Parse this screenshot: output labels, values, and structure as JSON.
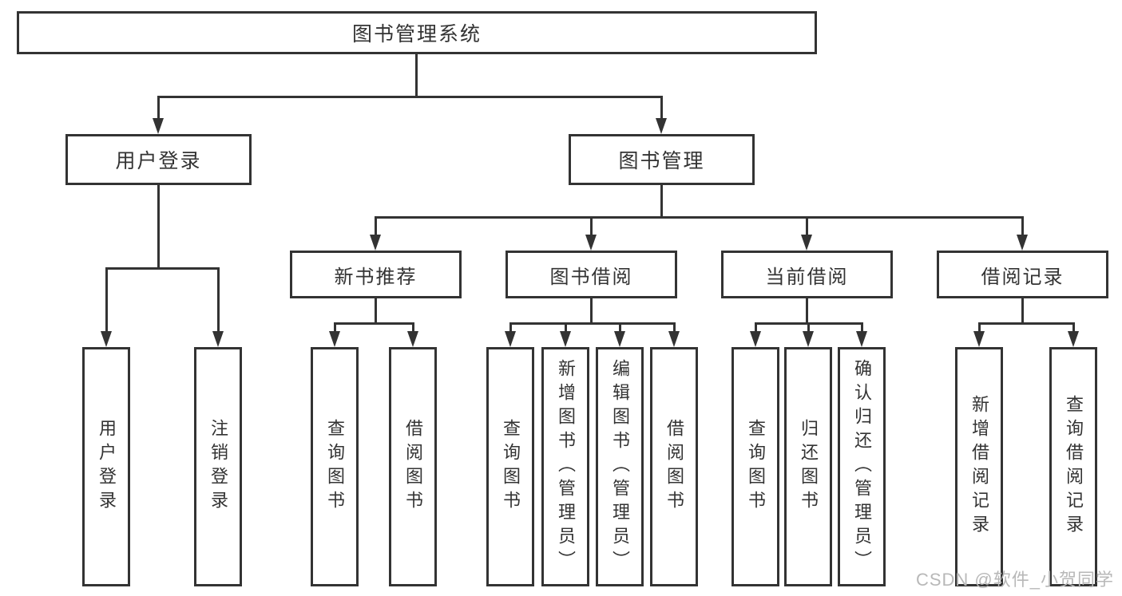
{
  "diagram_type": "hierarchy-tree",
  "colors": {
    "line": "#333333",
    "text": "#333333",
    "watermark": "#b8b8b8",
    "background": "#ffffff"
  },
  "root": {
    "label": "图书管理系统"
  },
  "branches": [
    {
      "label": "用户登录",
      "leaves": [
        {
          "label": "用户登录"
        },
        {
          "label": "注销登录"
        }
      ]
    },
    {
      "label": "图书管理"
    }
  ],
  "modules": [
    {
      "label": "新书推荐",
      "leaves": [
        {
          "label": "查询图书"
        },
        {
          "label": "借阅图书"
        }
      ]
    },
    {
      "label": "图书借阅",
      "leaves": [
        {
          "label": "查询图书"
        },
        {
          "label": "新增图书（管理员）"
        },
        {
          "label": "编辑图书（管理员）"
        },
        {
          "label": "借阅图书"
        }
      ]
    },
    {
      "label": "当前借阅",
      "leaves": [
        {
          "label": "查询图书"
        },
        {
          "label": "归还图书"
        },
        {
          "label": "确认归还（管理员）"
        }
      ]
    },
    {
      "label": "借阅记录",
      "leaves": [
        {
          "label": "新增借阅记录"
        },
        {
          "label": "查询借阅记录"
        }
      ]
    }
  ],
  "watermark": "CSDN @软件_小贺同学"
}
